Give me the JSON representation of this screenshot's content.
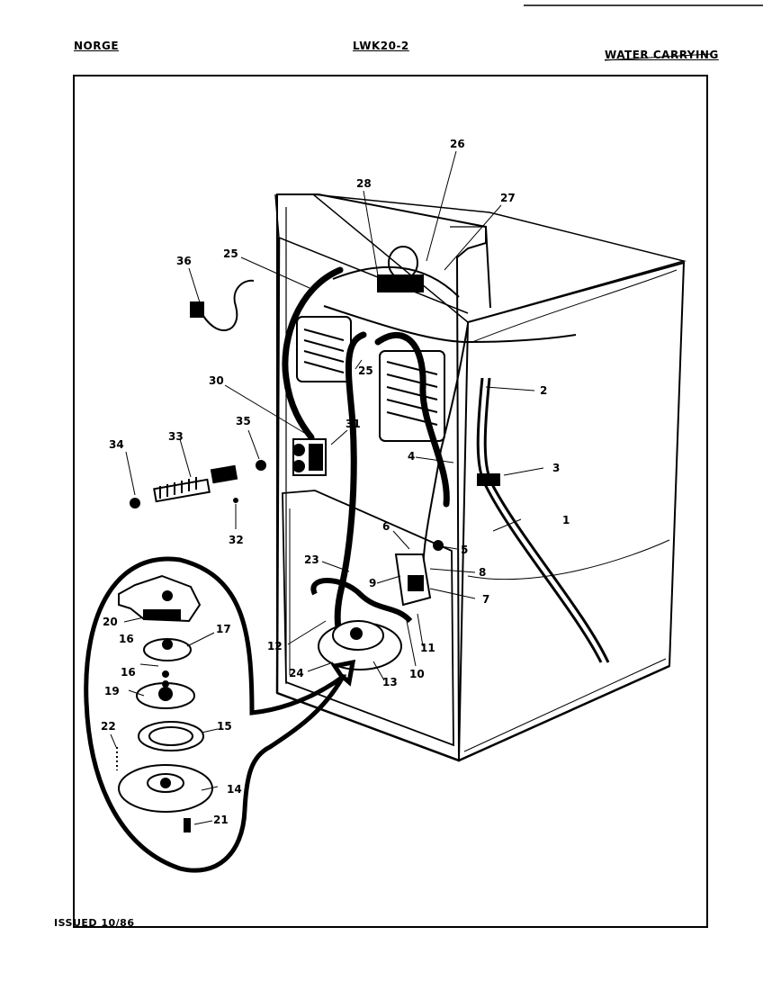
{
  "header": {
    "brand": "NORGE",
    "model": "LWK20-2",
    "section": "WATER CARRYING"
  },
  "footer": {
    "issued": "ISSUED 10/86"
  },
  "callouts": [
    {
      "id": "c1",
      "text": "1"
    },
    {
      "id": "c2",
      "text": "2"
    },
    {
      "id": "c3",
      "text": "3"
    },
    {
      "id": "c4",
      "text": "4"
    },
    {
      "id": "c5",
      "text": "5"
    },
    {
      "id": "c6",
      "text": "6"
    },
    {
      "id": "c7",
      "text": "7"
    },
    {
      "id": "c8",
      "text": "8"
    },
    {
      "id": "c9",
      "text": "9"
    },
    {
      "id": "c10",
      "text": "10"
    },
    {
      "id": "c11",
      "text": "11"
    },
    {
      "id": "c12",
      "text": "12"
    },
    {
      "id": "c13",
      "text": "13"
    },
    {
      "id": "c14",
      "text": "14"
    },
    {
      "id": "c15",
      "text": "15"
    },
    {
      "id": "c16a",
      "text": "16"
    },
    {
      "id": "c16b",
      "text": "16"
    },
    {
      "id": "c17",
      "text": "17"
    },
    {
      "id": "c19",
      "text": "19"
    },
    {
      "id": "c20",
      "text": "20"
    },
    {
      "id": "c21",
      "text": "21"
    },
    {
      "id": "c22",
      "text": "22"
    },
    {
      "id": "c23",
      "text": "23"
    },
    {
      "id": "c24",
      "text": "24"
    },
    {
      "id": "c25a",
      "text": "25"
    },
    {
      "id": "c25b",
      "text": "25"
    },
    {
      "id": "c26",
      "text": "26"
    },
    {
      "id": "c27",
      "text": "27"
    },
    {
      "id": "c28",
      "text": "28"
    },
    {
      "id": "c30",
      "text": "30"
    },
    {
      "id": "c31",
      "text": "31"
    },
    {
      "id": "c32",
      "text": "32"
    },
    {
      "id": "c33",
      "text": "33"
    },
    {
      "id": "c34",
      "text": "34"
    },
    {
      "id": "c35",
      "text": "35"
    },
    {
      "id": "c36",
      "text": "36"
    }
  ]
}
